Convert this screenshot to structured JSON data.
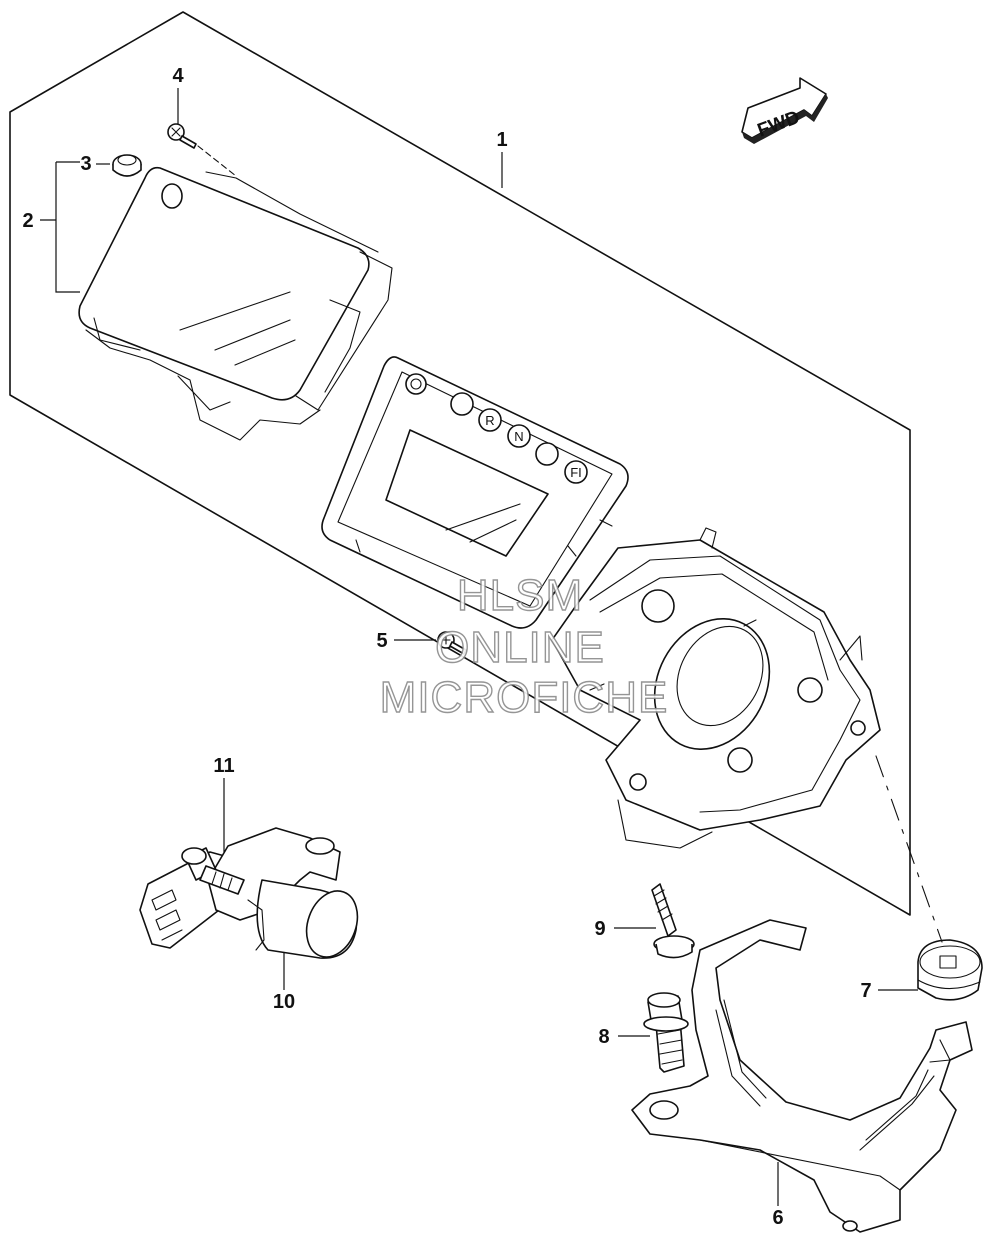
{
  "fwd_badge": {
    "label": "FWD"
  },
  "watermark": {
    "line1": "HLSM",
    "line2": "ONLINE",
    "line3": "MICROFICHE"
  },
  "callouts": [
    "1",
    "2",
    "3",
    "4",
    "5",
    "6",
    "7",
    "8",
    "9",
    "10",
    "11"
  ],
  "indicator_lamps": [
    "R",
    "N",
    "FI"
  ]
}
